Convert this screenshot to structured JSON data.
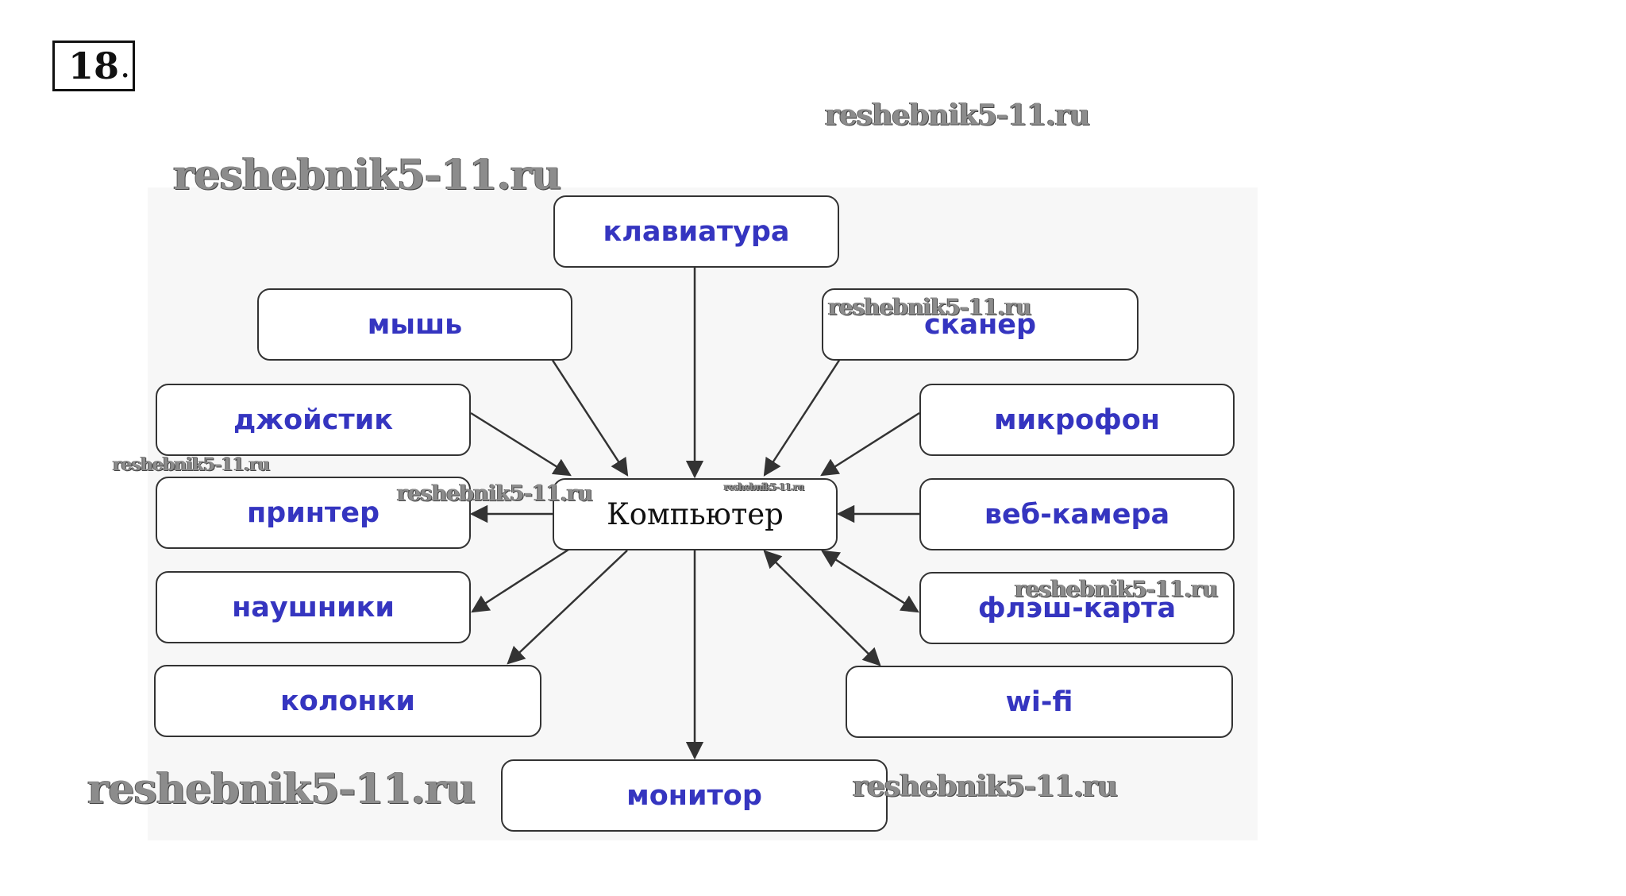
{
  "task_number": "18",
  "task_number_suffix": ".",
  "center_node": "Компьютер",
  "nodes": {
    "keyboard": "клавиатура",
    "mouse": "мышь",
    "scanner": "сканер",
    "joystick": "джойстик",
    "microphone": "микрофон",
    "printer": "принтер",
    "webcam": "веб-камера",
    "headphones": "наушники",
    "flash_card": "флэш-карта",
    "speakers": "колонки",
    "wifi": "wi-fi",
    "monitor": "монитор"
  },
  "watermark": "reshebnik5-11.ru",
  "colors": {
    "node_text": "#3535c0",
    "center_text": "#111111",
    "border": "#333333",
    "watermark": "#8c8c8c"
  }
}
